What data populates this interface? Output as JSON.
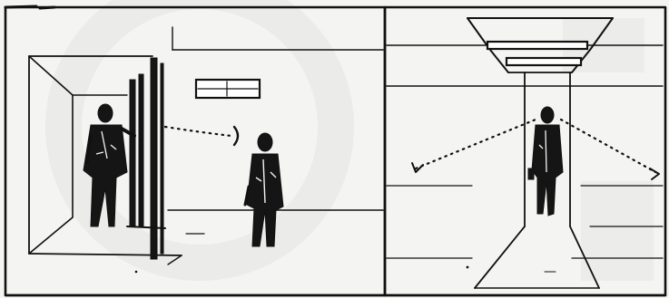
{
  "image": {
    "panels": [
      {
        "id": "left",
        "subject": "sketch"
      },
      {
        "id": "right",
        "subject": "sketch"
      }
    ],
    "colors": {
      "ink": "#111111",
      "paper": "#f4f4f2",
      "watermark": "#8a8a8a"
    }
  }
}
